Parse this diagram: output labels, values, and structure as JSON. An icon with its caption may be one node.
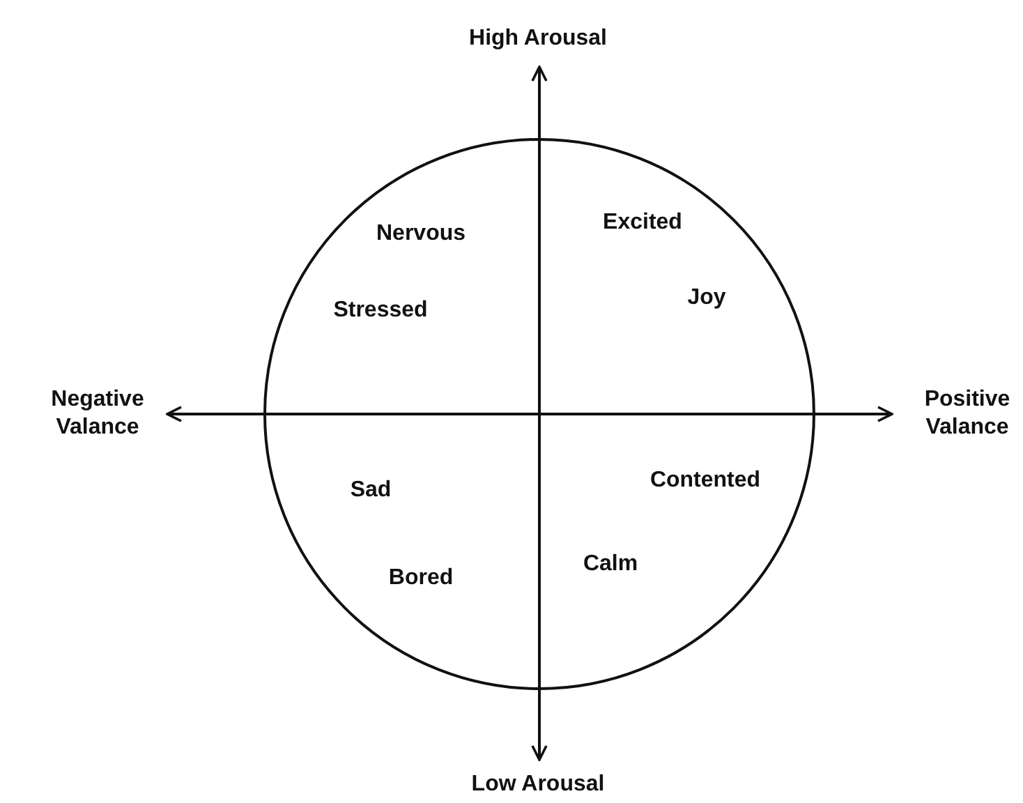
{
  "diagram": {
    "labels": [
      "High Arousal",
      "Excited",
      "Nervous",
      "Joy",
      "Stressed",
      "Negative Valance",
      "Positive Valance",
      "Contented",
      "Sad",
      "Calm",
      "Bored",
      "Low Arousal"
    ]
  }
}
